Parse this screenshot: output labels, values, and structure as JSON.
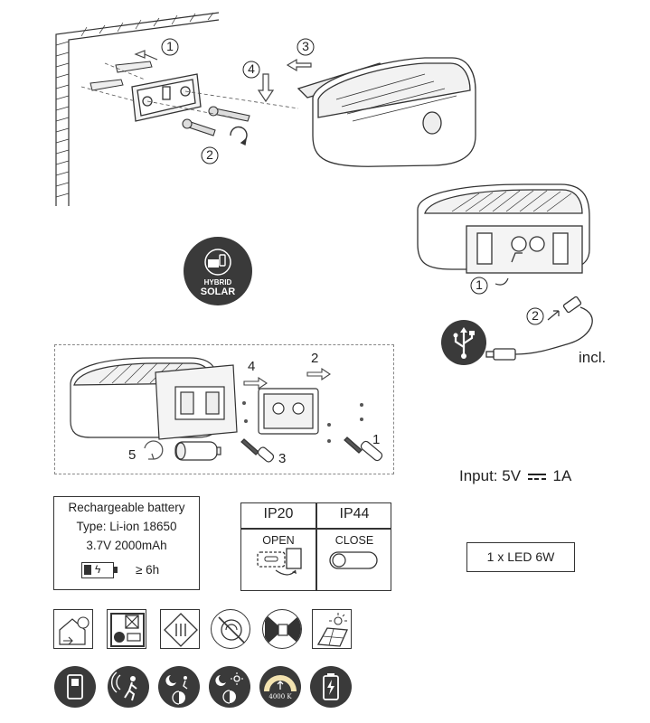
{
  "steps": {
    "mount": [
      "1",
      "2",
      "3",
      "4"
    ],
    "charge": [
      "1",
      "2"
    ],
    "battery": [
      "1",
      "2",
      "3",
      "4",
      "5"
    ]
  },
  "hybrid_badge": {
    "line1": "HYBRID",
    "line2": "SOLAR"
  },
  "usb_cable": {
    "label": "incl."
  },
  "input_spec": {
    "prefix": "Input: 5V",
    "suffix": "1A"
  },
  "battery_box": {
    "title": "Rechargeable battery",
    "type": "Type: Li-ion 18650",
    "rating": "3.7V 2000mAh",
    "runtime": "≥ 6h"
  },
  "ip_table": {
    "left_rating": "IP20",
    "right_rating": "IP44",
    "left_state": "OPEN",
    "right_state": "CLOSE"
  },
  "led_box": {
    "label": "1 x LED 6W"
  },
  "cct_icon": {
    "label": "4000 K"
  },
  "icons_row1": [
    "indoor-outdoor-icon",
    "not-for-bathroom-icon",
    "protection-class-iii-icon",
    "no-dimming-icon",
    "beam-angle-icon",
    "solar-panel-icon"
  ],
  "icons_row2": [
    "switch-icon",
    "motion-sensor-icon",
    "dusk-dawn-sensor-icon",
    "day-night-icon",
    "color-temperature-icon",
    "battery-icon"
  ],
  "colors": {
    "line": "#333333",
    "dark_fill": "#3a3a3a",
    "light_fill": "#f2f2f2"
  }
}
